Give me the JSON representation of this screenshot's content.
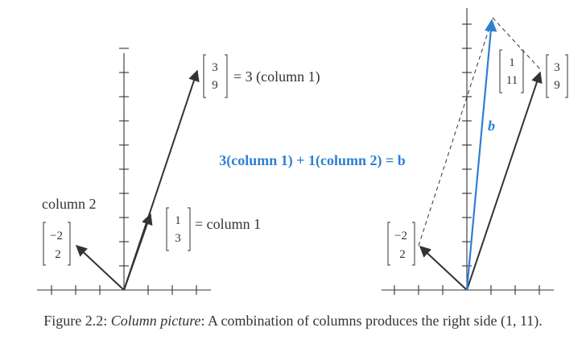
{
  "left_panel": {
    "col1_matrix": [
      "1",
      "3"
    ],
    "col1_label": "= column 1",
    "scaled_matrix": [
      "3",
      "9"
    ],
    "scaled_label": "= 3 (column 1)",
    "col2_title": "column 2",
    "col2_matrix": [
      "−2",
      "2"
    ]
  },
  "equation": "3(column 1) + 1(column 2) = b",
  "right_panel": {
    "b_matrix": [
      "1",
      "11"
    ],
    "b_label": "b",
    "scaled_matrix": [
      "3",
      "9"
    ],
    "col2_matrix": [
      "−2",
      "2"
    ]
  },
  "caption": {
    "prefix": "Figure 2.2: ",
    "italic": "Column picture",
    "rest": ": A combination of columns produces the right side (1, 11)."
  },
  "colors": {
    "ink": "#333333",
    "blue": "#2f7fd1"
  }
}
